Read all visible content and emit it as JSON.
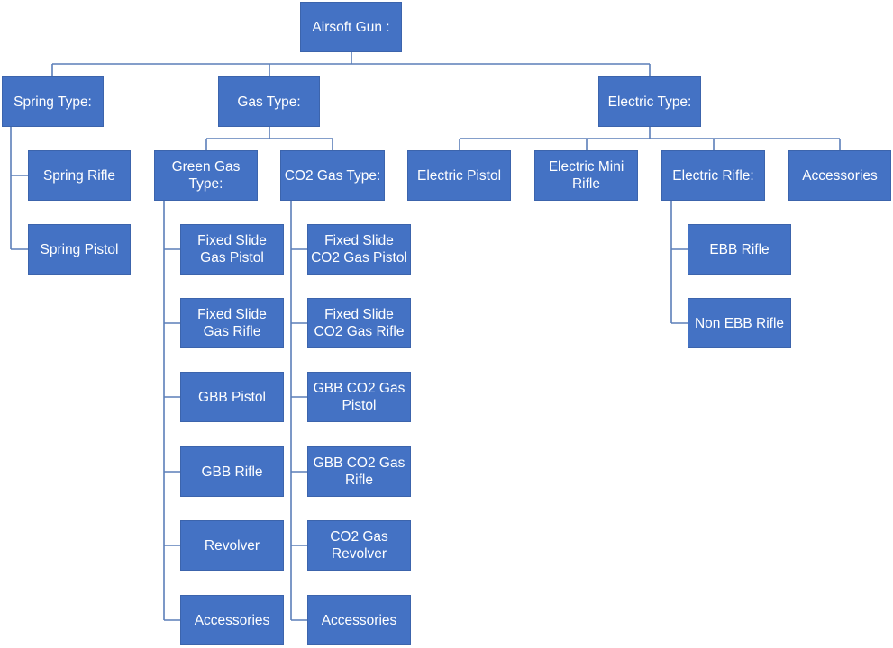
{
  "diagram": {
    "colors": {
      "box_fill": "#4472c4",
      "box_text": "#ffffff",
      "connector": "#5b7fb9"
    },
    "root": {
      "label": "Airsoft Gun :"
    },
    "spring": {
      "label": "Spring Type:",
      "children": [
        "Spring Rifle",
        "Spring Pistol"
      ]
    },
    "gas": {
      "label": "Gas Type:",
      "green": {
        "label": "Green Gas Type:",
        "children": [
          "Fixed Slide Gas Pistol",
          "Fixed Slide Gas Rifle",
          "GBB Pistol",
          "GBB Rifle",
          "Revolver",
          "Accessories"
        ]
      },
      "co2": {
        "label": "CO2 Gas Type:",
        "children": [
          "Fixed Slide CO2 Gas Pistol",
          "Fixed Slide CO2 Gas Rifle",
          "GBB CO2 Gas Pistol",
          "GBB CO2 Gas Rifle",
          "CO2 Gas Revolver",
          "Accessories"
        ]
      }
    },
    "electric": {
      "label": "Electric Type:",
      "pistol": "Electric Pistol",
      "mini": "Electric Mini Rifle",
      "rifle": {
        "label": "Electric Rifle:",
        "children": [
          "EBB Rifle",
          "Non EBB Rifle"
        ]
      },
      "accessories": "Accessories"
    }
  }
}
